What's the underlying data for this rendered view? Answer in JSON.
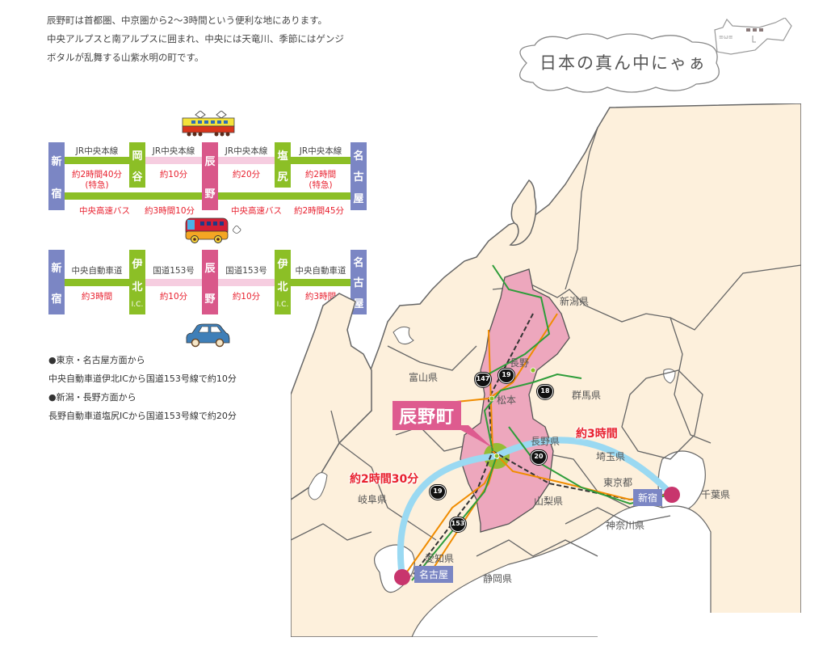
{
  "intro": {
    "lines": [
      "辰野町は首都圏、中京圏から2〜3時間という便利な地にあります。",
      "中央アルプスと南アルプスに囲まれ、中央には天竜川、季節にはゲンジ",
      "ボタルが乱舞する山紫水明の町です。"
    ]
  },
  "bubble": {
    "text": "日本の真ん中にゃぁ"
  },
  "train_route": {
    "icon": "train-icon",
    "stations": [
      {
        "name": "新宿",
        "chars": [
          "新",
          "宿"
        ]
      },
      {
        "name": "岡谷",
        "chars": [
          "岡",
          "谷"
        ]
      },
      {
        "name": "辰野",
        "chars": [
          "辰",
          "野"
        ]
      },
      {
        "name": "塩尻",
        "chars": [
          "塩",
          "尻"
        ]
      },
      {
        "name": "名古屋",
        "chars": [
          "名",
          "古",
          "屋"
        ]
      }
    ],
    "segments": [
      {
        "line": "JR中央本線",
        "time": "約2時間40分",
        "note": "(特急)"
      },
      {
        "line": "JR中央本線",
        "time": "約10分",
        "note": ""
      },
      {
        "line": "JR中央本線",
        "time": "約20分",
        "note": ""
      },
      {
        "line": "JR中央本線",
        "time": "約2時間",
        "note": "(特急)"
      }
    ],
    "bus": [
      {
        "line": "中央高速バス",
        "time": "約3時間10分"
      },
      {
        "line": "中央高速バス",
        "time": "約2時間45分"
      }
    ]
  },
  "bus_icon": "bus-icon",
  "road_route": {
    "stations": [
      {
        "name": "新宿",
        "chars": [
          "新",
          "宿"
        ]
      },
      {
        "name": "伊北I.C.",
        "chars": [
          "伊",
          "北",
          "I.C."
        ]
      },
      {
        "name": "辰野",
        "chars": [
          "辰",
          "野"
        ]
      },
      {
        "name": "伊北I.C.",
        "chars": [
          "伊",
          "北",
          "I.C."
        ]
      },
      {
        "name": "名古屋",
        "chars": [
          "名",
          "古",
          "屋"
        ]
      }
    ],
    "segments": [
      {
        "road": "中央自動車道",
        "time": "約3時間"
      },
      {
        "road": "国道153号",
        "time": "約10分"
      },
      {
        "road": "国道153号",
        "time": "約10分"
      },
      {
        "road": "中央自動車道",
        "time": "約3時間"
      }
    ]
  },
  "car_icon": "car-icon",
  "access": {
    "lines": [
      "●東京・名古屋方面から",
      "中央自動車道伊北ICから国道153号線で約10分",
      "●新潟・長野方面から",
      "長野自動車道塩尻ICから国道153号線で約20分"
    ]
  },
  "map": {
    "town_label": "辰野町",
    "prefectures": [
      "新潟県",
      "富山県",
      "群馬県",
      "長野県",
      "埼玉県",
      "東京都",
      "千葉県",
      "岐阜県",
      "山梨県",
      "神奈川県",
      "愛知県",
      "静岡県"
    ],
    "cities": [
      "長野",
      "松本"
    ],
    "origins": [
      {
        "name": "新宿",
        "time": "約3時間"
      },
      {
        "name": "名古屋",
        "time": "約2時間30分"
      }
    ],
    "route_badges": [
      "147",
      "19",
      "18",
      "20",
      "19",
      "153"
    ],
    "colors": {
      "land": "#fdf0dc",
      "border": "#666666",
      "nagano": "#eda7bd",
      "town": "#de5b8f",
      "city_tag": "#7b86c4",
      "jr_line": "#f08c00",
      "expressway": "#2e9d3a",
      "arc": "#9ad9f2",
      "marker": "#c8356d",
      "time_red": "#e8212f"
    }
  }
}
